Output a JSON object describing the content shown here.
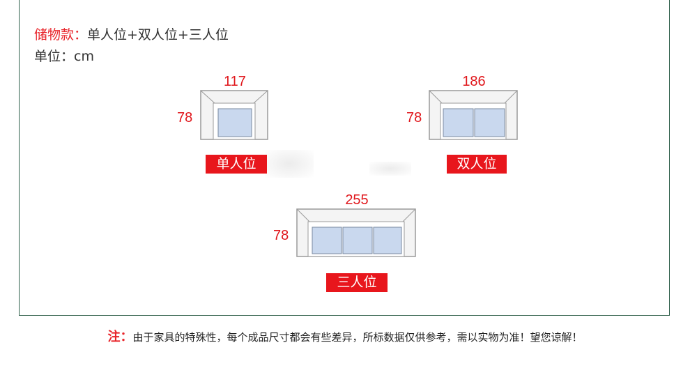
{
  "header": {
    "label": "储物款：",
    "value": "单人位+双人位+三人位",
    "unit_line": "单位：cm"
  },
  "sofas": [
    {
      "name": "单人位",
      "width": "117",
      "depth": "78",
      "seats": 1
    },
    {
      "name": "双人位",
      "width": "186",
      "depth": "78",
      "seats": 2
    },
    {
      "name": "三人位",
      "width": "255",
      "depth": "78",
      "seats": 3
    }
  ],
  "note": {
    "label": "注：",
    "text": "由于家具的特殊性，每个成品尺寸都会有些差异，所标数据仅供参考，需以实物为准！望您谅解！"
  },
  "colors": {
    "accent_red": "#e8161c",
    "frame_green": "#2f5f4a",
    "cushion_blue": "#c9d8ee",
    "sofa_outline": "#9a9a9a"
  }
}
